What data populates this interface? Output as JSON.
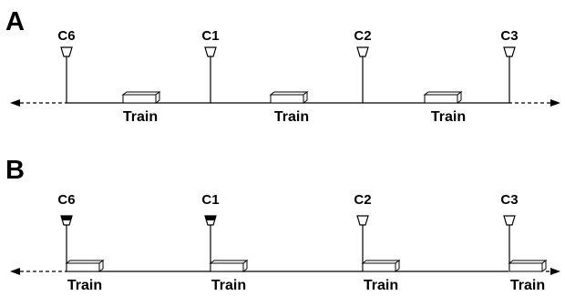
{
  "panels": [
    {
      "label": "A",
      "cameras": [
        {
          "name": "C6",
          "status": "inactive"
        },
        {
          "name": "C1",
          "status": "inactive"
        },
        {
          "name": "C2",
          "status": "inactive"
        },
        {
          "name": "C3",
          "status": "inactive"
        }
      ],
      "trains": [
        "Train",
        "Train",
        "Train"
      ]
    },
    {
      "label": "B",
      "cameras": [
        {
          "name": "C6",
          "status": "active"
        },
        {
          "name": "C1",
          "status": "active"
        },
        {
          "name": "C2",
          "status": "inactive"
        },
        {
          "name": "C3",
          "status": "inactive"
        }
      ],
      "trains": [
        "Train",
        "Train",
        "Train",
        "Train"
      ]
    }
  ],
  "colors": {
    "stroke": "#000000",
    "active_fill": "#000000",
    "inactive_fill": "#ffffff"
  }
}
